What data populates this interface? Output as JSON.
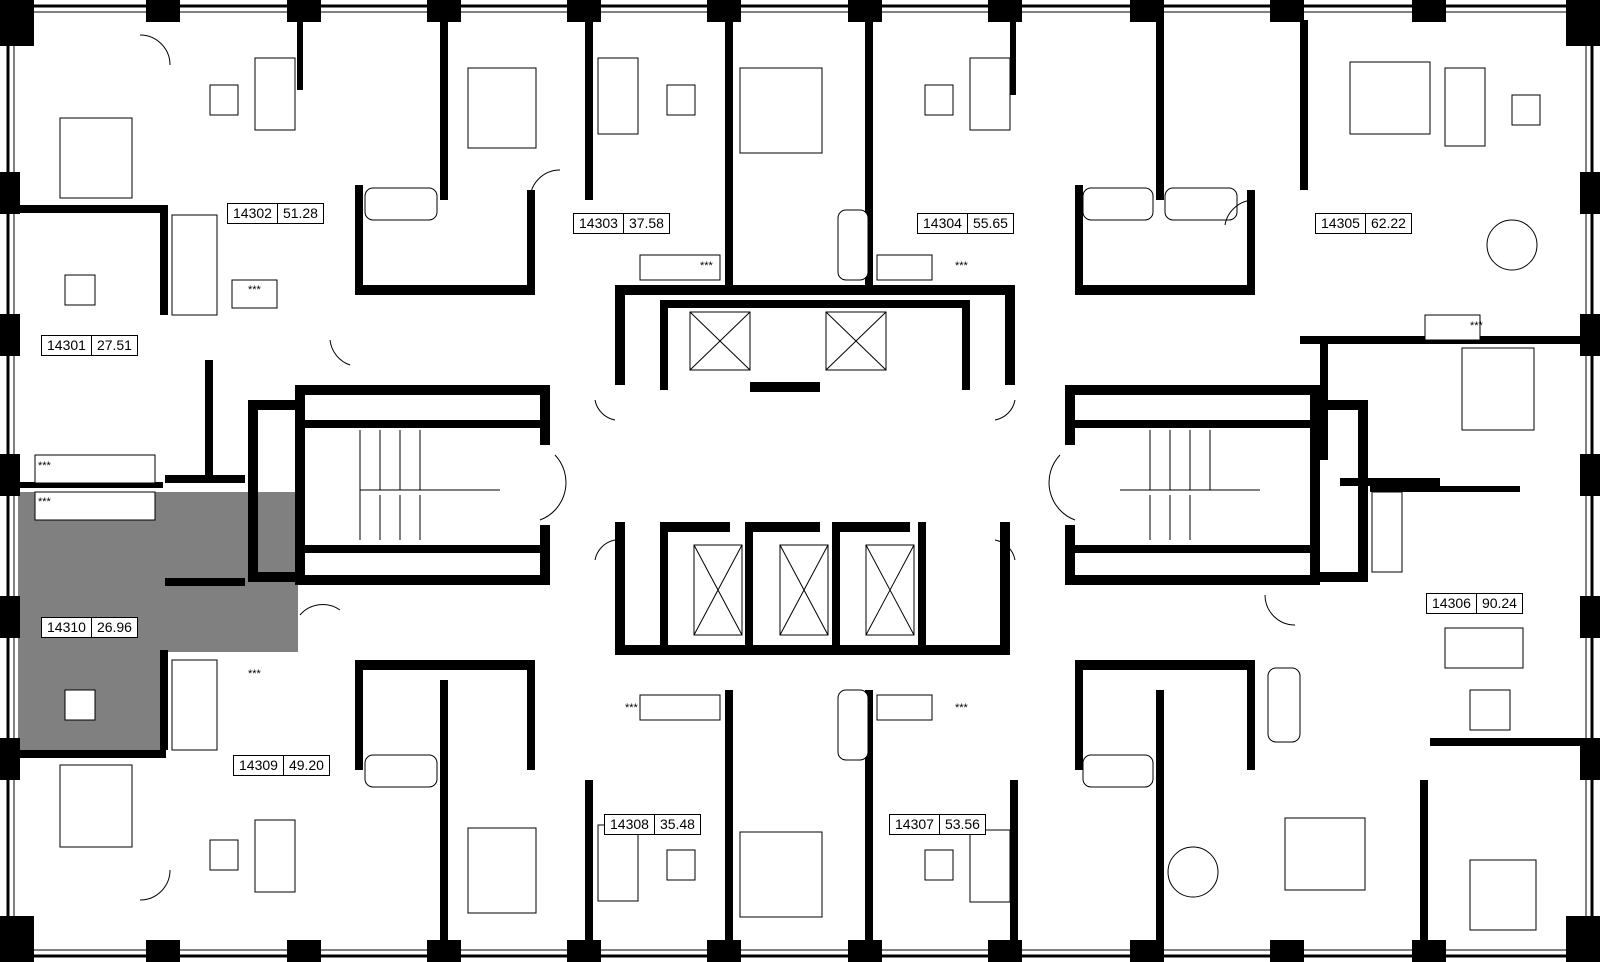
{
  "plan": {
    "highlighted_unit": "14310",
    "highlight_color": "#808080",
    "wall_color": "#000000",
    "background_color": "#ffffff",
    "kitchen_marker": "***"
  },
  "units": [
    {
      "id": "14301",
      "area": "27.51"
    },
    {
      "id": "14302",
      "area": "51.28"
    },
    {
      "id": "14303",
      "area": "37.58"
    },
    {
      "id": "14304",
      "area": "55.65"
    },
    {
      "id": "14305",
      "area": "62.22"
    },
    {
      "id": "14306",
      "area": "90.24"
    },
    {
      "id": "14307",
      "area": "53.56"
    },
    {
      "id": "14308",
      "area": "35.48"
    },
    {
      "id": "14309",
      "area": "49.20"
    },
    {
      "id": "14310",
      "area": "26.96"
    }
  ]
}
